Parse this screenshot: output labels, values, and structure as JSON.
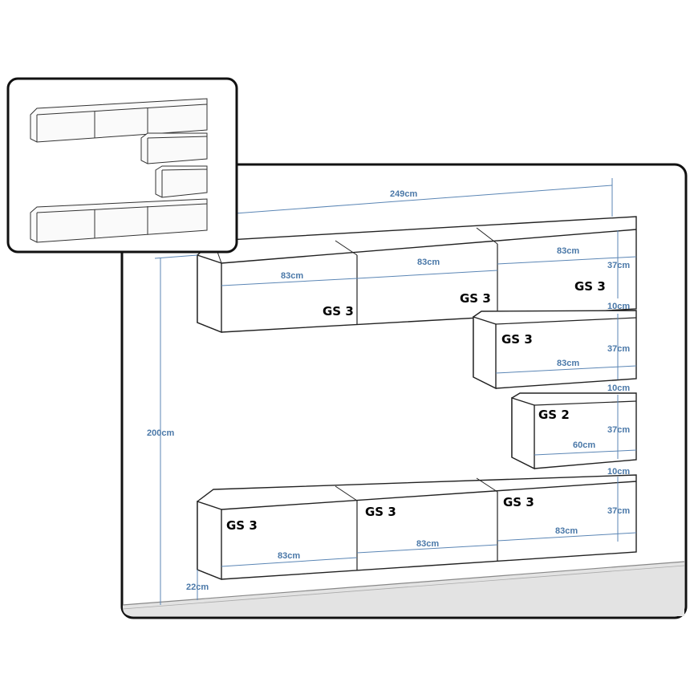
{
  "dimensions": {
    "total_width": "249cm",
    "total_height": "200cm",
    "floor_gap": "22cm",
    "row1_widths": [
      "83cm",
      "83cm",
      "83cm"
    ],
    "row1_height": "37cm",
    "gap1": "10cm",
    "mid1_width": "83cm",
    "mid1_height": "37cm",
    "gap2": "10cm",
    "mid2_width": "60cm",
    "mid2_height": "37cm",
    "gap3": "10cm",
    "row4_widths": [
      "83cm",
      "83cm",
      "83cm"
    ],
    "row4_height": "37cm"
  },
  "labels": {
    "row1": [
      "GS 3",
      "GS 3",
      "GS 3"
    ],
    "mid1": "GS 3",
    "mid2": "GS 2",
    "row4": [
      "GS 3",
      "GS 3",
      "GS 3"
    ]
  },
  "colors": {
    "dimension": "#4a78a8",
    "outline": "#222222",
    "floor": "#e3e3e3"
  }
}
